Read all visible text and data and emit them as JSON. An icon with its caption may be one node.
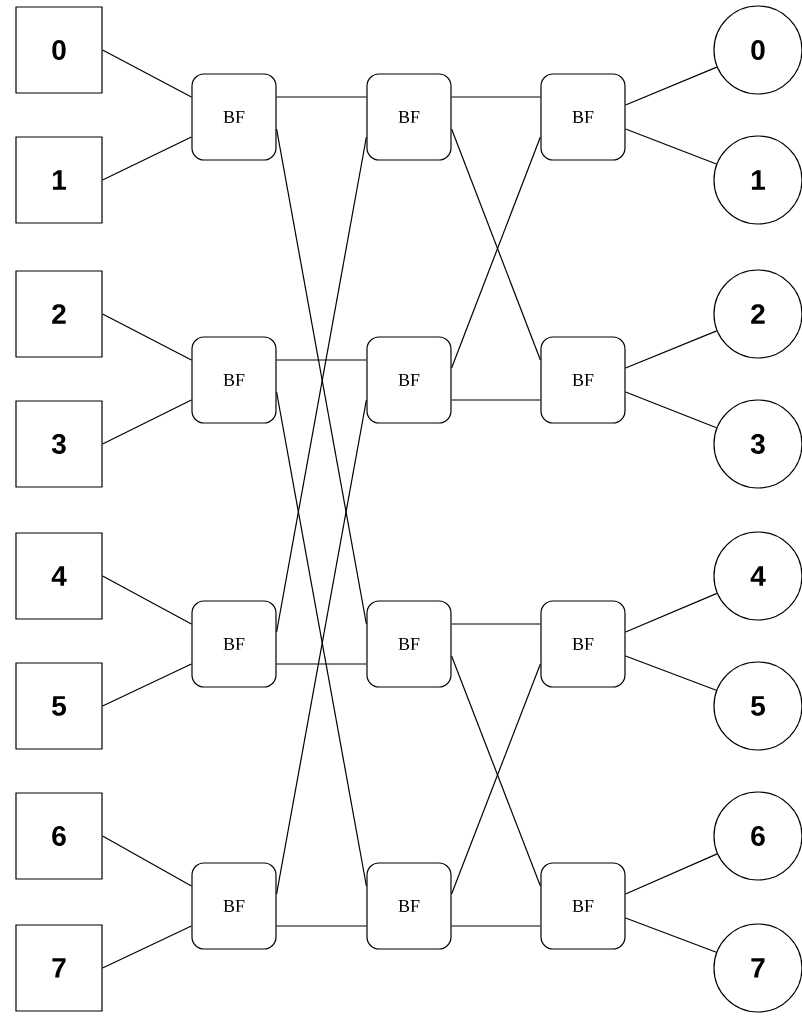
{
  "diagram": {
    "nodes": [
      {
        "text": [
          "0"
        ]
      },
      {
        "text": [
          "1"
        ]
      },
      {
        "text": [
          "2"
        ]
      },
      {
        "text": [
          "3"
        ]
      },
      {
        "text": [
          "4"
        ]
      },
      {
        "text": [
          "5"
        ]
      },
      {
        "text": [
          "6"
        ]
      },
      {
        "text": [
          "7"
        ]
      },
      {
        "text": [
          "BF"
        ]
      },
      {
        "text": [
          "BF"
        ]
      },
      {
        "text": [
          "BF"
        ]
      },
      {
        "text": [
          "BF"
        ]
      },
      {
        "text": [
          "BF"
        ]
      },
      {
        "text": [
          "BF"
        ]
      },
      {
        "text": [
          "BF"
        ]
      },
      {
        "text": [
          "BF"
        ]
      },
      {
        "text": [
          "BF"
        ]
      },
      {
        "text": [
          "BF"
        ]
      },
      {
        "text": [
          "BF"
        ]
      },
      {
        "text": [
          "BF"
        ]
      },
      {
        "text": [
          "0"
        ]
      },
      {
        "text": [
          "1"
        ]
      },
      {
        "text": [
          "2"
        ]
      },
      {
        "text": [
          "3"
        ]
      },
      {
        "text": [
          "4"
        ]
      },
      {
        "text": [
          "5"
        ]
      },
      {
        "text": [
          "6"
        ]
      },
      {
        "text": [
          "7"
        ]
      }
    ],
    "edges": [
      {
        "from": 0,
        "to": 8,
        "arrow": "none"
      },
      {
        "from": 1,
        "to": 8,
        "arrow": "none"
      },
      {
        "from": 2,
        "to": 9,
        "arrow": "none"
      },
      {
        "from": 3,
        "to": 9,
        "arrow": "none"
      },
      {
        "from": 4,
        "to": 10,
        "arrow": "none"
      },
      {
        "from": 5,
        "to": 10,
        "arrow": "none"
      },
      {
        "from": 6,
        "to": 11,
        "arrow": "none"
      },
      {
        "from": 7,
        "to": 11,
        "arrow": "none"
      },
      {
        "from": 8,
        "to": 12,
        "arrow": "none"
      },
      {
        "from": 8,
        "to": 14,
        "arrow": "none"
      },
      {
        "from": 9,
        "to": 13,
        "arrow": "none"
      },
      {
        "from": 9,
        "to": 15,
        "arrow": "none"
      },
      {
        "from": 10,
        "to": 12,
        "arrow": "none"
      },
      {
        "from": 10,
        "to": 14,
        "arrow": "none"
      },
      {
        "from": 11,
        "to": 13,
        "arrow": "none"
      },
      {
        "from": 11,
        "to": 15,
        "arrow": "none"
      },
      {
        "from": 12,
        "to": 16,
        "arrow": "none"
      },
      {
        "from": 12,
        "to": 17,
        "arrow": "none"
      },
      {
        "from": 13,
        "to": 16,
        "arrow": "none"
      },
      {
        "from": 13,
        "to": 17,
        "arrow": "none"
      },
      {
        "from": 14,
        "to": 18,
        "arrow": "none"
      },
      {
        "from": 14,
        "to": 19,
        "arrow": "none"
      },
      {
        "from": 15,
        "to": 18,
        "arrow": "none"
      },
      {
        "from": 15,
        "to": 19,
        "arrow": "none"
      },
      {
        "from": 16,
        "to": 20,
        "arrow": "none"
      },
      {
        "from": 16,
        "to": 21,
        "arrow": "none"
      },
      {
        "from": 17,
        "to": 22,
        "arrow": "none"
      },
      {
        "from": 17,
        "to": 23,
        "arrow": "none"
      },
      {
        "from": 18,
        "to": 24,
        "arrow": "none"
      },
      {
        "from": 18,
        "to": 25,
        "arrow": "none"
      },
      {
        "from": 19,
        "to": 26,
        "arrow": "none"
      },
      {
        "from": 19,
        "to": 27,
        "arrow": "none"
      }
    ]
  }
}
